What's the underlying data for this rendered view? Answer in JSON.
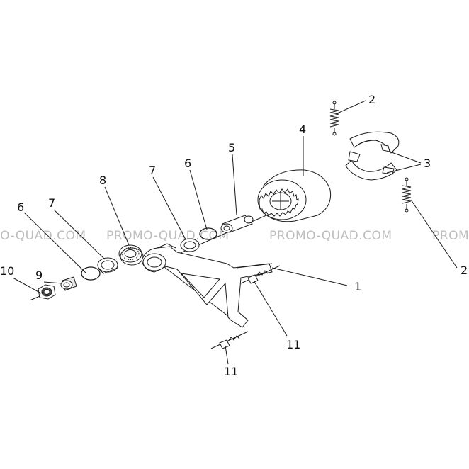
{
  "diagram": {
    "watermark": "PROMO-QUAD.COM",
    "callouts": [
      {
        "id": "c-1",
        "text": "1"
      },
      {
        "id": "c-2a",
        "text": "2"
      },
      {
        "id": "c-2b",
        "text": "2"
      },
      {
        "id": "c-3",
        "text": "3"
      },
      {
        "id": "c-4",
        "text": "4"
      },
      {
        "id": "c-5",
        "text": "5"
      },
      {
        "id": "c-6a",
        "text": "6"
      },
      {
        "id": "c-6b",
        "text": "6"
      },
      {
        "id": "c-7a",
        "text": "7"
      },
      {
        "id": "c-7b",
        "text": "7"
      },
      {
        "id": "c-8",
        "text": "8"
      },
      {
        "id": "c-9",
        "text": "9"
      },
      {
        "id": "c-10",
        "text": "10"
      },
      {
        "id": "c-11a",
        "text": "11"
      },
      {
        "id": "c-11b",
        "text": "11"
      }
    ]
  }
}
